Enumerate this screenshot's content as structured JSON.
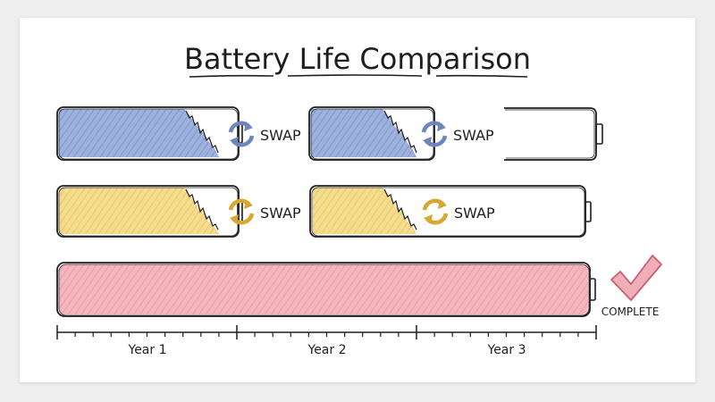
{
  "title": "Battery Life Comparison",
  "swap_label": "SWAP",
  "complete_label": "COMPLETE",
  "years": [
    "Year 1",
    "Year 2",
    "Year 3"
  ],
  "colors": {
    "blue": "#8fa6d6",
    "yellow": "#f2d57e",
    "pink": "#f2a9b2",
    "check": "#e07f8e",
    "blue_arrows": "#6f86bd",
    "yellow_arrows": "#d9a630",
    "ink": "#1e1e1e"
  },
  "icons": [
    "swap-arrows-icon",
    "checkmark-icon"
  ]
}
